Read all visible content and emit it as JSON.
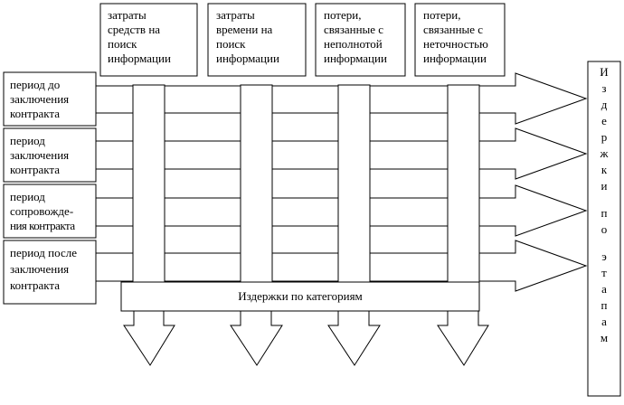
{
  "diagram": {
    "column_headers": [
      [
        "затраты",
        "средств на",
        "поиск",
        "информации"
      ],
      [
        "затраты",
        "времени на",
        "поиск",
        "информации"
      ],
      [
        "потери,",
        "связанные с",
        "неполнотой",
        "информации"
      ],
      [
        "потери,",
        "связанные с",
        "неточностью",
        "информации"
      ]
    ],
    "row_headers": [
      [
        "период до",
        "заключения",
        "контракта"
      ],
      [
        "период",
        "заключения",
        "контракта"
      ],
      [
        "период",
        "сопровожде-",
        "ния контракта"
      ],
      [
        "период после",
        "заключения",
        "контракта"
      ]
    ],
    "category_label": "Издержки по категориям",
    "stage_label_chars": [
      "И",
      "з",
      "д",
      "е",
      "р",
      "ж",
      "к",
      "и",
      "",
      "п",
      "о",
      "",
      "э",
      "т",
      "а",
      "п",
      "а",
      "м"
    ]
  }
}
